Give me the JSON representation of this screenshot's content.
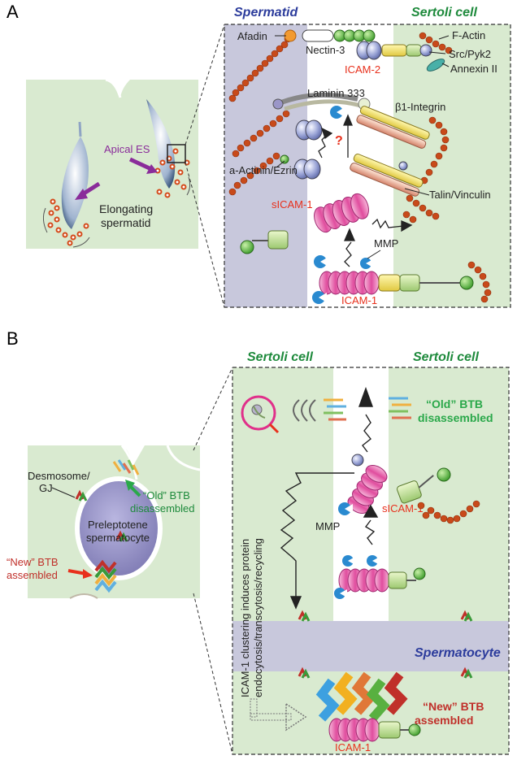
{
  "panelA": {
    "letter": "A",
    "spermatid": "Spermatid",
    "sertoli": "Sertoli cell",
    "apical_es": "Apical ES",
    "elongating1": "Elongating",
    "elongating2": "spermatid",
    "afadin": "Afadin",
    "nectin": "Nectin-3",
    "factin": "F-Actin",
    "icam2": "ICAM-2",
    "src": "Src/Pyk2",
    "annexin": "Annexin II",
    "laminin": "Laminin 333",
    "b1": "β1-Integrin",
    "question": "?",
    "actinin": "a-Actinin/Ezrin",
    "talin": "Talin/Vinculin",
    "sicam": "sICAM-1",
    "mmp": "MMP",
    "icam1": "ICAM-1"
  },
  "panelB": {
    "letter": "B",
    "sertoli_left": "Sertoli cell",
    "sertoli_right": "Sertoli cell",
    "desmo1": "Desmosome/",
    "desmo2": "GJ",
    "old_left_1": "“Old” BTB",
    "old_left_2": "disassembled",
    "prelept1": "Preleptotene",
    "prelept2": "spermatocyte",
    "new_left_1": "“New” BTB",
    "new_left_2": "assembled",
    "old_right_1": "“Old” BTB",
    "old_right_2": "disassembled",
    "sicam": "sICAM-1",
    "mmp": "MMP",
    "vertical1": "ICAM-1 clustering induces protein",
    "vertical2": "endocytosis/transcytosis/recycling",
    "spermatocyte": "Spermatocyte",
    "new_right_1": "“New” BTB",
    "new_right_2": "assembled",
    "icam1": "ICAM-1"
  },
  "colors": {
    "cell_green": "#d9ead0",
    "spermatid_purple": "#c8c8dc",
    "red_label": "#e8301c",
    "green_label": "#1e8a3c",
    "blue_title": "#2c3c9c",
    "pink": "#e25ca6",
    "actin": "#c84a1a"
  }
}
